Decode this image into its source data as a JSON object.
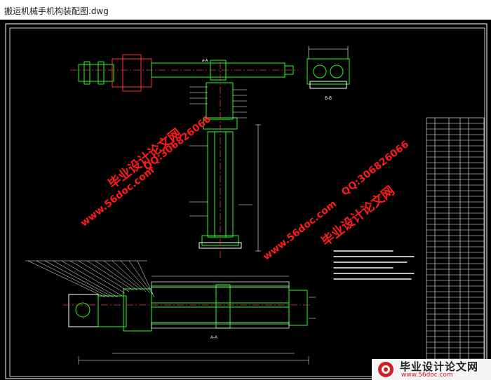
{
  "window": {
    "title": "搬运机械手机构装配图.dwg"
  },
  "drawing": {
    "section_labels": {
      "upper": "A-A",
      "top_right": "B-B",
      "lower": "A-A"
    },
    "colors": {
      "background": "#000000",
      "outline": "#ffffff",
      "parts": "#22ff22",
      "center_lines": "#ff3333",
      "dimensions": "#ffffff",
      "watermark": "#ff1a1a"
    }
  },
  "watermarks": {
    "cn_brand": "毕业设计论文网",
    "qq": "QQ:306826066",
    "url": "www.56doc.com"
  },
  "logo": {
    "cn": "毕业设计论文网",
    "url": "www.56doc.com"
  }
}
